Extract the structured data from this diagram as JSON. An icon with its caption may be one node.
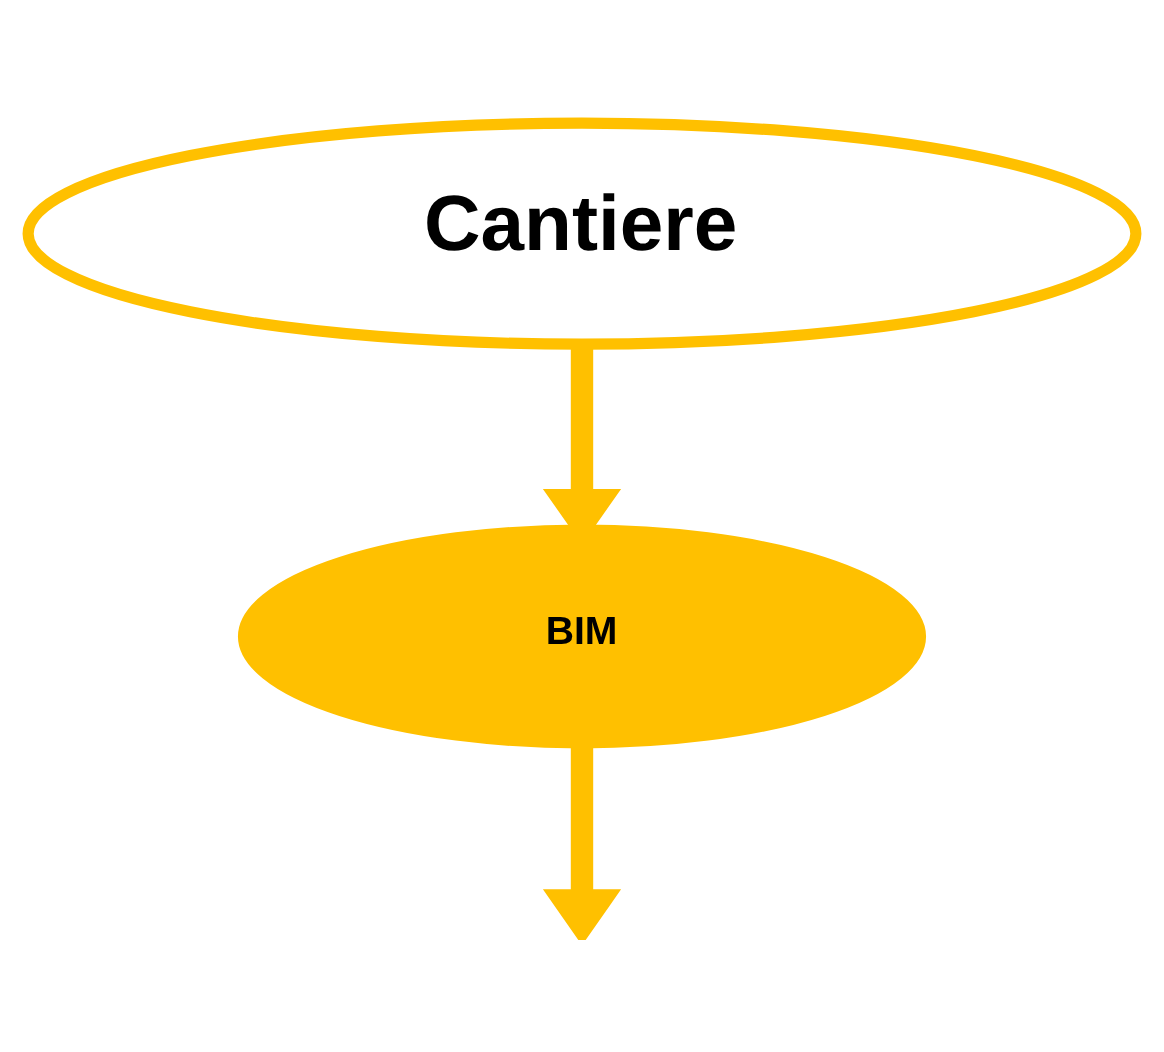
{
  "diagram": {
    "nodes": [
      {
        "text": [
          "Cantiere"
        ]
      },
      {
        "text": [
          "BIM"
        ]
      }
    ],
    "edges": [
      {
        "from": 0,
        "to": 1,
        "arrow": "to"
      },
      {
        "from": 1,
        "to": null,
        "arrow": "to"
      }
    ]
  }
}
